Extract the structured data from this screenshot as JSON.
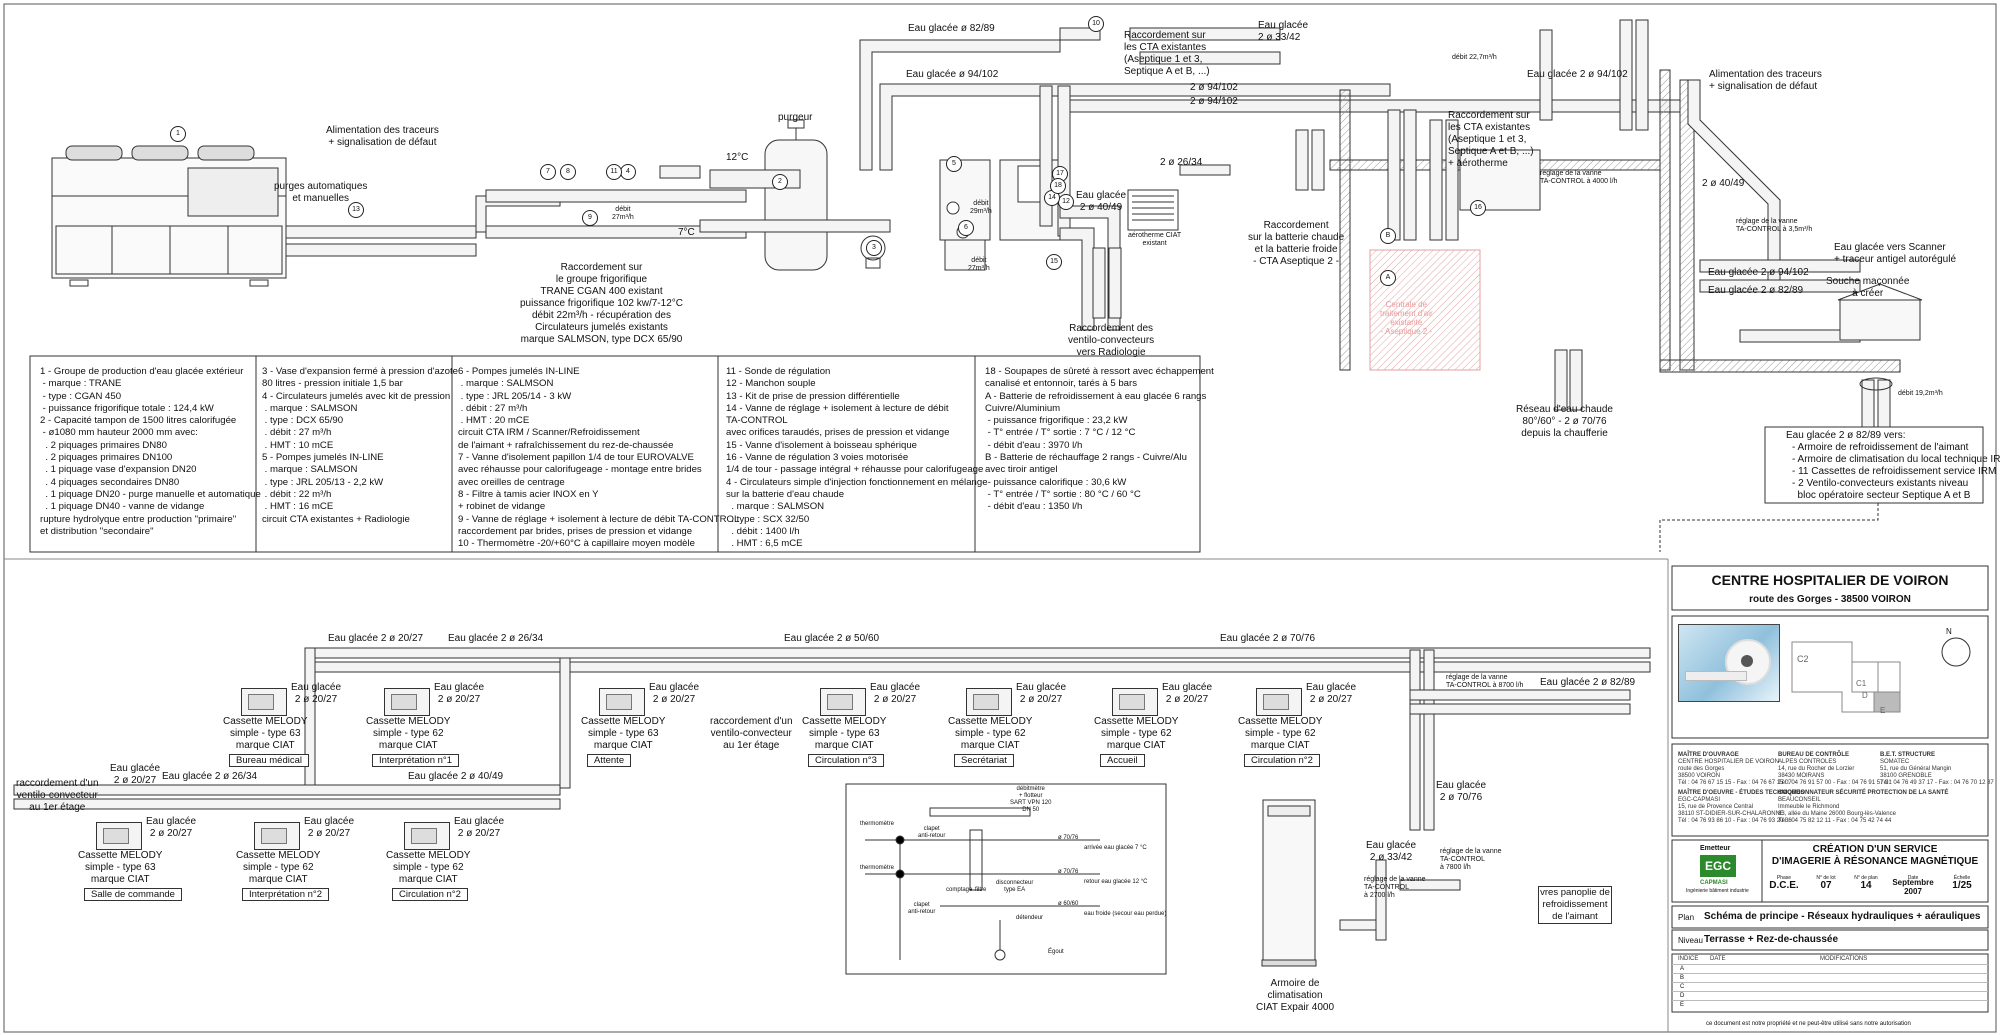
{
  "top_labels": {
    "eau_82_89_top": "Eau glacée ø 82/89",
    "eau_94_102_a": "Eau glacée ø 94/102",
    "racc_cta_1": "Raccordement sur\nles CTA existantes\n(Aseptique 1 et 3,\nSeptique A et B, ...)",
    "eau_33_42_top": "Eau glacée\n2 ø 33/42",
    "debit_227": "débit 22,7m³/h",
    "eau_94_102_b": "Eau glacée 2 ø 94/102",
    "alim_traceurs_right": "Alimentation des traceurs\n+ signalisation de défaut",
    "d94_102_c": "2 ø 94/102",
    "d94_102_d": "2 ø 94/102",
    "racc_cta_2": "Raccordement sur\nles CTA existantes\n(Aseptique 1 et 3,\nSeptique A et B, ...)\n+ aérotherme",
    "reglage_4000": "réglage de la vanne\nTA-CONTROL à 4000 l/h",
    "d26_34": "2 ø 26/34",
    "eau_40_49": "Eau glacée\n2 ø 40/49",
    "aerotherme": "aérotherme CIAT\nexistant",
    "racc_batterie": "Raccordement\nsur la batterie chaude\net la batterie froide\n- CTA Aseptique 2 -",
    "d40_49_right": "2 ø 40/49",
    "reglage_3": "réglage de la vanne\nTA-CONTROL à 3,5m³/h",
    "vers_scanner": "Eau glacée vers Scanner\n+ traceur antigel autorégulé",
    "eau_94_102_right": "Eau glacée 2 ø 94/102",
    "eau_82_89_right": "Eau glacée 2 ø 82/89",
    "souche": "Souche maçonnée\nà créer",
    "debit_19": "débit 19,2m³/h",
    "reseau_chaude": "Réseau d'eau chaude\n80°/60° - 2 ø 70/76\ndepuis la chaufferie",
    "racc_ventilo": "Raccordement des\nventilo-convecteurs\nvers Radiologie",
    "racc_groupe": "Raccordement sur\nle groupe frigorifique\nTRANE CGAN 400 existant\npuissance frigorifique 102 kw/7-12°C\ndébit 22m³/h - récupération des\nCirculateurs jumelés existants\nmarque SALMSON, type DCX 65/90",
    "alim_traceurs_left": "Alimentation des traceurs\n+ signalisation de défaut",
    "purges": "purges automatiques\net manuelles",
    "purgeur": "purgeur",
    "t12": "12°C",
    "t7": "7°C",
    "debit27a": "débit\n27m³/h",
    "debit29": "débit\n29m³/h",
    "debit27b": "débit\n27m³/h",
    "cta_hatch": "Centrale de\ntraitement d'air\nexistante\n- Aseptique 2 -"
  },
  "eau_glacee_list": {
    "title": "Eau glacée 2 ø 82/89 vers:",
    "items": "- Armoire de refroidissement de l'aimant\n- Armoire de climatisation du local technique IRM\n- 11 Cassettes de refroidissement service IRM\n- 2 Ventilo-convecteurs existants niveau\n  bloc opératoire secteur Septique A et B"
  },
  "legend": {
    "col1": "1 - Groupe de production d'eau glacée extérieur\n - marque : TRANE\n - type : CGAN 450\n - puissance frigorifique totale : 124,4 kW\n2 - Capacité tampon de 1500 litres calorifugée\n - ø1080 mm hauteur 2000 mm avec:\n  . 2 piquages primaires DN80\n  . 2 piquages primaires DN100\n  . 1 piquage vase d'expansion DN20\n  . 4 piquages secondaires DN80\n  . 1 piquage DN20 - purge manuelle et automatique\n  . 1 piquage DN40 - vanne de vidange\nrupture hydrolyque entre production \"primaire\"\net distribution \"secondaire\"",
    "col2": "3 - Vase d'expansion fermé à pression d'azote\n80 litres - pression initiale 1,5 bar\n4 - Circulateurs jumelés avec kit de pression\n . marque : SALMSON\n . type : DCX 65/90\n . débit : 27 m³/h\n . HMT : 10 mCE\n5 - Pompes jumelés IN-LINE\n . marque : SALMSON\n . type : JRL 205/13 - 2,2 kW\n . débit : 22 m³/h\n . HMT : 16 mCE\ncircuit CTA existantes + Radiologie",
    "col3": "6 - Pompes jumelés IN-LINE\n . marque : SALMSON\n . type : JRL 205/14 - 3 kW\n . débit : 27 m³/h\n . HMT : 20 mCE\ncircuit CTA IRM / Scanner/Refroidissement\nde l'aimant + rafraîchissement du rez-de-chaussée\n7 - Vanne d'isolement papillon 1/4 de tour EUROVALVE\navec réhausse pour calorifugeage - montage entre brides\navec oreilles de centrage\n8 - Filtre à tamis acier INOX en Y\n+ robinet de vidange\n9 - Vanne de réglage + isolement à lecture de débit TA-CONTROL\nraccordement par brides, prises de pression et vidange\n10 - Thermomètre -20/+60°C à capillaire moyen modèle",
    "col4": "11 - Sonde de régulation\n12 - Manchon souple\n13 - Kit de prise de pression différentielle\n14 - Vanne de réglage + isolement à lecture de débit\nTA-CONTROL\navec orifices taraudés, prises de pression et vidange\n15 - Vanne d'isolement à boisseau sphérique\n16 - Vanne de régulation 3 voies motorisée\n1/4 de tour - passage intégral + réhausse pour calorifugeage\n4 - Circulateurs simple d'injection fonctionnement en mélange\nsur la batterie d'eau chaude\n  . marque : SALMSON\n  . type : SCX 32/50\n  . débit : 1400 l/h\n  . HMT : 6,5 mCE",
    "col5": "18 - Soupapes de sûreté à ressort avec échappement\ncanalisé et entonnoir, tarés à 5 bars\nA - Batterie de refroidissement à eau glacée 6 rangs\nCuivre/Aluminium\n - puissance frigorifique : 23,2 kW\n - T° entrée / T° sortie : 7 °C / 12 °C\n - débit d'eau : 3970 l/h\nB - Batterie de réchauffage 2 rangs - Cuivre/Alu\navec tiroir antigel\n - puissance calorifique : 30,6 kW\n - T° entrée / T° sortie : 80 °C / 60 °C\n - débit d'eau : 1350 l/h"
  },
  "bottom_pipes": {
    "p20_27a": "Eau glacée 2 ø 20/27",
    "p26_34a": "Eau glacée 2 ø 26/34",
    "p50_60": "Eau glacée 2 ø 50/60",
    "p70_76": "Eau glacée 2 ø 70/76",
    "p82_89": "Eau glacée 2 ø 82/89",
    "p26_34b": "Eau glacée 2 ø 26/34",
    "p40_49": "Eau glacée 2 ø 40/49",
    "p20_27_left": "Eau glacée\n2 ø 20/27",
    "p70_76_r": "Eau glacée\n2 ø 70/76",
    "p33_42": "Eau glacée\n2 ø 33/42",
    "racc_ventilo_left": "raccordement d'un\nventilo-convecteur\nau 1er étage",
    "racc_ventilo_mid": "raccordement d'un\nventilo-convecteur\nau 1er étage",
    "reglage_8700": "réglage de la vanne\nTA-CONTROL à 8700 l/h",
    "reglage_7800": "réglage de la vanne\nTA-CONTROL\nà 7800 l/h",
    "reglage_2700": "réglage de la vanne\nTA-CONTROL\nà 2700 l/h",
    "armoire": "Armoire de\nclimatisation\nCIAT Expair 4000",
    "vers_panoplie": "vres panoplie de\nrefroidissement\nde l'aimant"
  },
  "cassettes": [
    {
      "name": "Cassette MELODY\nsimple - type 63\nmarque CIAT",
      "room": "Bureau médical",
      "pipe": "Eau glacée\n2 ø 20/27"
    },
    {
      "name": "Cassette MELODY\nsimple - type 62\nmarque CIAT",
      "room": "Interprétation n°1",
      "pipe": "Eau glacée\n2 ø 20/27"
    },
    {
      "name": "Cassette MELODY\nsimple - type 63\nmarque CIAT",
      "room": "Attente",
      "pipe": "Eau glacée\n2 ø 20/27"
    },
    {
      "name": "Cassette MELODY\nsimple - type 63\nmarque CIAT",
      "room": "Circulation n°3",
      "pipe": "Eau glacée\n2 ø 20/27"
    },
    {
      "name": "Cassette MELODY\nsimple - type 62\nmarque CIAT",
      "room": "Secrétariat",
      "pipe": "Eau glacée\n2 ø 20/27"
    },
    {
      "name": "Cassette MELODY\nsimple - type 62\nmarque CIAT",
      "room": "Accueil",
      "pipe": "Eau glacée\n2 ø 20/27"
    },
    {
      "name": "Cassette MELODY\nsimple - type 62\nmarque CIAT",
      "room": "Circulation n°2",
      "pipe": "Eau glacée\n2 ø 20/27"
    },
    {
      "name": "Cassette MELODY\nsimple - type 63\nmarque CIAT",
      "room": "Salle de commande",
      "pipe": "Eau glacée\n2 ø 20/27"
    },
    {
      "name": "Cassette MELODY\nsimple - type 62\nmarque CIAT",
      "room": "Interprétation n°2",
      "pipe": "Eau glacée\n2 ø 20/27"
    },
    {
      "name": "Cassette MELODY\nsimple - type 62\nmarque CIAT",
      "room": "Circulation n°2",
      "pipe": "Eau glacée\n2 ø 20/27"
    }
  ],
  "detail": {
    "thermo1": "thermomètre",
    "thermo2": "thermomètre",
    "clapet1": "clapet\nanti-retour",
    "clapet2": "clapet\nanti-retour",
    "deb": "débitmètre\n+ flotteur\nSART VPN 120\nDN 50",
    "compt": "comptage",
    "filtre": "filtre",
    "disc": "disconnecteur\ntype EA",
    "detendeur": "détendeur",
    "d70a": "ø 70/76",
    "d70b": "ø 70/76",
    "dPVC": "ø 60/60",
    "arrivee": "arrivée eau glacée 7 °C",
    "retour": "retour eau glacée 12 °C",
    "eaufroide": "eau froide (secour eau perdue)",
    "egout": "Égout"
  },
  "title_block": {
    "hospital": "CENTRE HOSPITALIER DE VOIRON",
    "address": "route des Gorges - 38500 VOIRON",
    "compass": "N",
    "plan_c2": "C2",
    "plan_c1": "C1",
    "plan_d": "D",
    "plan_e": "E",
    "moa_head": "MAÎTRE D'OUVRAGE",
    "moa_body": "CENTRE HOSPITALIER DE VOIRON\nroute des Gorges\n38500 VOIRON\nTél : 04 76 67 15 15 - Fax : 04 76 67 15 07",
    "bc_head": "BUREAU DE CONTRÔLE",
    "bc_body": "ALPES CONTROLES\n14, rue du Rocher de Lorzier\n38430 MOIRANS\nTél : 04 76 91 57 00 - Fax : 04 76 91 57 91",
    "bet_head": "B.E.T. STRUCTURE",
    "bet_body": "SOMATEC\n51, rue du Général Mangin\n38100 GRENOBLE\nTél : 04 76 49 37 17 - Fax : 04 76 70 12 87",
    "moe_head": "MAÎTRE D'OEUVRE - ÉTUDES TECHNIQUES",
    "moe_body": "EGC-CAPMASI\n15, rue de Provence Central\n38110 ST-DIDIER-SUR-CHALARONNE\nTél : 04 76 93 86 10 - Fax : 04 76 93 20 36",
    "coord_head": "COORDONNATEUR SÉCURITÉ PROTECTION DE LA SANTÉ",
    "coord_body": "BEAUCONSEIL\nImmeuble le Richmond\n83, allée du Maine 26000 Bourg-lès-Valence\nTél : 04 75 82 12 11 - Fax : 04 75 42 74 44",
    "emetteur": "Emetteur",
    "logo": "EGC",
    "logo_sub": "CAPMASI",
    "logo_tag": "Ingénierie bâtiment industrie",
    "projet": "CRÉATION D'UN SERVICE\nD'IMAGERIE À RÉSONANCE MAGNÉTIQUE",
    "phase_h": "Phase",
    "phase_v": "D.C.E.",
    "lot_h": "N° de lot",
    "lot_v": "07",
    "plan_h": "N° de plan",
    "plan_v": "14",
    "date_h": "Date",
    "date_v": "Septembre\n2007",
    "echelle_h": "Échelle",
    "echelle_v": "1/25",
    "plan_lbl": "Plan",
    "plan_title": "Schéma de principe - Réseaux hydrauliques + aérauliques",
    "niveau_lbl": "Niveau",
    "niveau_title": "Terrasse + Rez-de-chaussée",
    "ind_h": "INDICE",
    "date2_h": "DATE",
    "modif_h": "MODIFICATIONS",
    "rows": [
      "A",
      "B",
      "C",
      "D",
      "E"
    ],
    "footer": "ce document est notre propriété et ne peut-être utilisé sans notre autorisation"
  },
  "numbers": [
    "1",
    "2",
    "3",
    "4",
    "5",
    "6",
    "7",
    "8",
    "9",
    "10",
    "11",
    "12",
    "13",
    "14",
    "15",
    "16",
    "17",
    "18",
    "A",
    "B"
  ]
}
